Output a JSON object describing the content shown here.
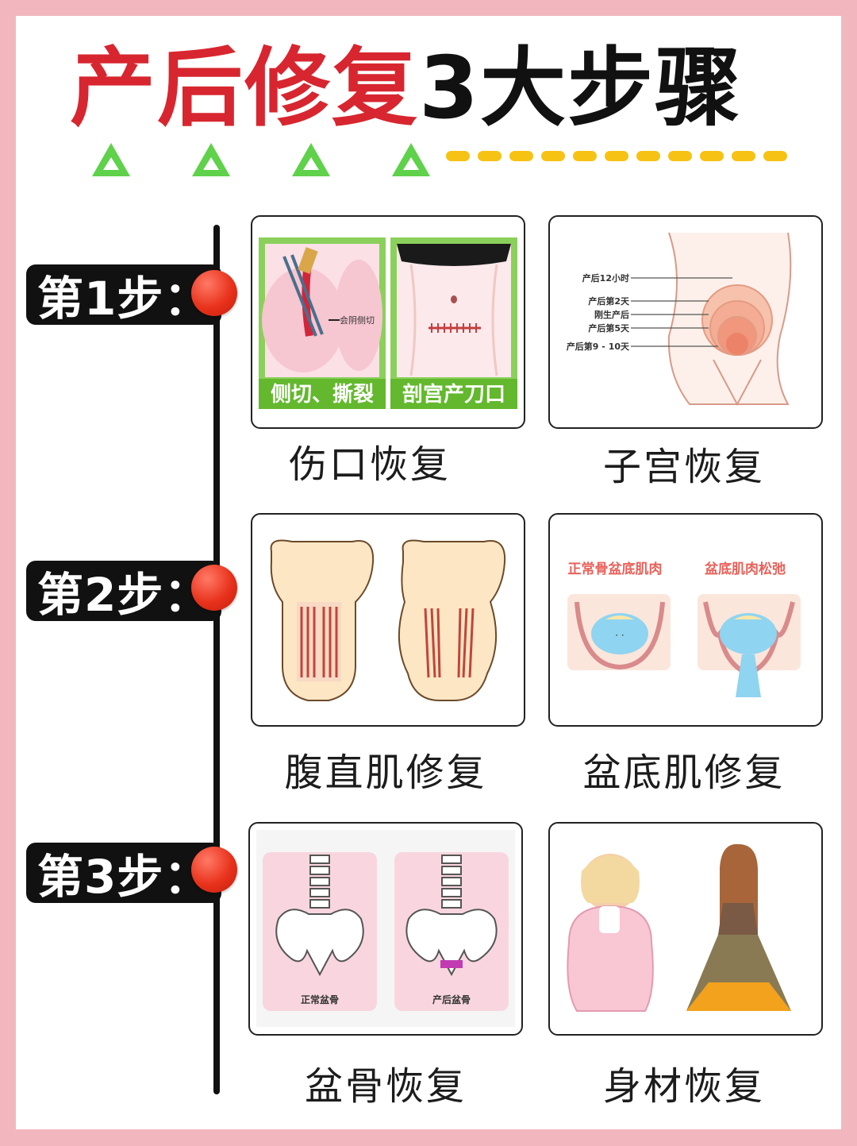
{
  "title": {
    "red": "产后修复",
    "black": "3大步骤"
  },
  "steps": [
    {
      "label": "第1步："
    },
    {
      "label": "第2步："
    },
    {
      "label": "第3步："
    }
  ],
  "cards": {
    "wound": {
      "caption": "伤口恢复",
      "left_tag": "侧切、撕裂",
      "right_tag": "剖宫产刀口",
      "note": "会阴侧切"
    },
    "uterus": {
      "caption": "子宫恢复",
      "labels": [
        "产后12小时",
        "产后第2天",
        "刚生产后",
        "产后第5天",
        "产后第9 - 10天"
      ]
    },
    "abdominal": {
      "caption": "腹直肌修复"
    },
    "pelvic_floor": {
      "caption": "盆底肌修复",
      "left_label": "正常骨盆底肌肉",
      "right_label": "盆底肌肉松弛"
    },
    "pelvis": {
      "caption": "盆骨恢复",
      "left_label": "正常盆骨",
      "right_label": "产后盆骨"
    },
    "body": {
      "caption": "身材恢复"
    }
  },
  "colors": {
    "accent_red": "#d7262f",
    "background_pink": "#f2b7be",
    "dash_yellow": "#f6c214",
    "triangle_green": "#5fd14a"
  }
}
